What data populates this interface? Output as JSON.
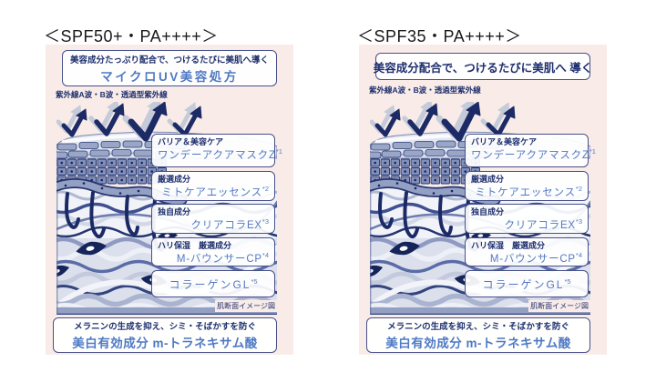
{
  "colors": {
    "page_bg": "#ffffff",
    "panel_bg": "#f9ece8",
    "navy_text": "#1e2f6e",
    "blue_text": "#4e79c4",
    "ingredient_name_blue": "#5379c0",
    "box_border": "#46508a",
    "arrow_navy": "#1c2b66",
    "title_text": "#191919"
  },
  "panels": [
    {
      "title": "＜SPF50+・PA++++＞",
      "header": {
        "line1": "美容成分たっぷり配合で、つけるたびに美肌へ導く",
        "line2": "マイクロUV美容処方"
      },
      "uv_label": "紫外線A波・B波・透過型紫外線",
      "ingredient_boxes": [
        {
          "category": "バリア＆美容ケア",
          "name": "ワンデーアクアマスクZ",
          "note": "*1"
        },
        {
          "category": "厳選成分",
          "name": "ミトケアエッセンス",
          "note": "*2"
        },
        {
          "category": "独自成分",
          "name": "クリアコラEX",
          "note": "*3"
        },
        {
          "category": "ハリ保湿　厳選成分",
          "name": "M-バウンサーCP",
          "note": "*4"
        },
        {
          "category": "",
          "name": "コラーゲンGL",
          "note": "*5"
        }
      ],
      "diagram_caption": "肌断面イメージ図",
      "footer": {
        "line1": "メラニンの生成を抑え、シミ・そばかすを防ぐ",
        "line2": "美白有効成分 m-トラネキサム酸"
      }
    },
    {
      "title": "＜SPF35・PA++++＞",
      "header": {
        "line1": "美容成分配合で、つけるたびに美肌へ 導く"
      },
      "uv_label": "紫外線A波・B波・透過型紫外線",
      "ingredient_boxes": [
        {
          "category": "バリア＆美容ケア",
          "name": "ワンデーアクアマスクZ",
          "note": "*1"
        },
        {
          "category": "厳選成分",
          "name": "ミトケアエッセンス",
          "note": "*2"
        },
        {
          "category": "独自成分",
          "name": "クリアコラEX",
          "note": "*3"
        },
        {
          "category": "ハリ保湿　厳選成分",
          "name": "M-バウンサーCP",
          "note": "*4"
        },
        {
          "category": "",
          "name": "コラーゲンGL",
          "note": "*5"
        }
      ],
      "diagram_caption": "肌断面イメージ図",
      "footer": {
        "line1": "メラニンの生成を抑え、シミ・そばかすを防ぐ",
        "line2": "美白有効成分 m-トラネキサム酸"
      }
    }
  ]
}
